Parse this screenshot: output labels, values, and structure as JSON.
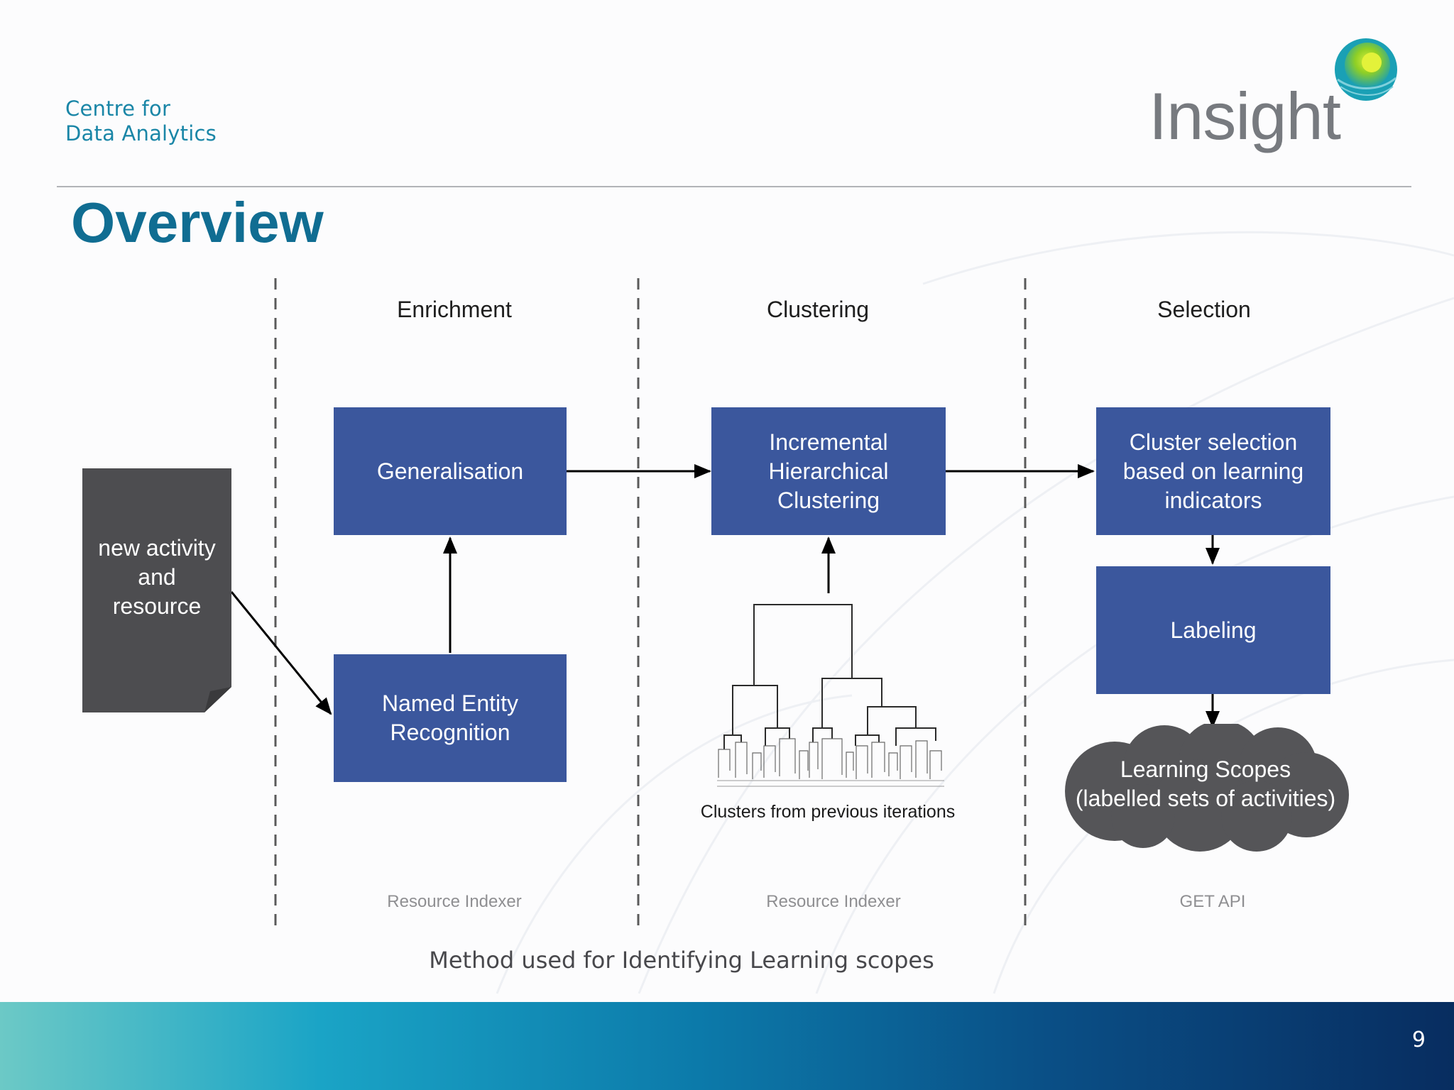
{
  "header": {
    "org_line1": "Centre for",
    "org_line2": "Data Analytics",
    "logo_word": "Insight",
    "logo_colors": {
      "green": "#9bd21f",
      "teal": "#1aa0b5",
      "word": "#777a7f"
    }
  },
  "title": "Overview",
  "columns": {
    "enrichment": {
      "heading": "Enrichment",
      "footer": "Resource Indexer"
    },
    "clustering": {
      "heading": "Clustering",
      "footer": "Resource Indexer"
    },
    "selection": {
      "heading": "Selection",
      "footer": "GET API"
    }
  },
  "nodes": {
    "input_doc": {
      "lines": [
        "new activity",
        "and",
        "resource"
      ]
    },
    "generalisation": {
      "lines": [
        "Generalisation"
      ]
    },
    "ner": {
      "lines": [
        "Named Entity",
        "Recognition"
      ]
    },
    "ihc": {
      "lines": [
        "Incremental",
        "Hierarchical",
        "Clustering"
      ]
    },
    "cluster_selection": {
      "lines": [
        "Cluster selection",
        "based on learning",
        "indicators"
      ]
    },
    "labeling": {
      "lines": [
        "Labeling"
      ]
    },
    "learning_scopes": {
      "lines": [
        "Learning Scopes",
        "(labelled sets of activities)"
      ]
    },
    "dendrogram_caption": "Clusters from previous iterations"
  },
  "colors": {
    "box": "#3b579d",
    "doc": "#4d4d50",
    "cloud": "#555558",
    "title": "#106d92"
  },
  "caption": "Method used for Identifying Learning scopes",
  "page_number": "9"
}
